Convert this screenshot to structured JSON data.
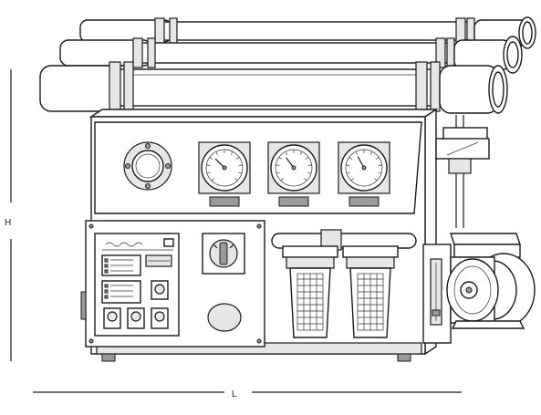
{
  "dimensions": {
    "height_label": "H",
    "length_label": "L"
  },
  "machine": {
    "gauge_count": 3,
    "membrane_vessel_count": 3,
    "filter_housing_count": 2
  },
  "colors": {
    "outline": "#1a1a1a",
    "fill": "#ffffff",
    "shade": "#e6e6e6",
    "dark": "#9a9a9a"
  }
}
